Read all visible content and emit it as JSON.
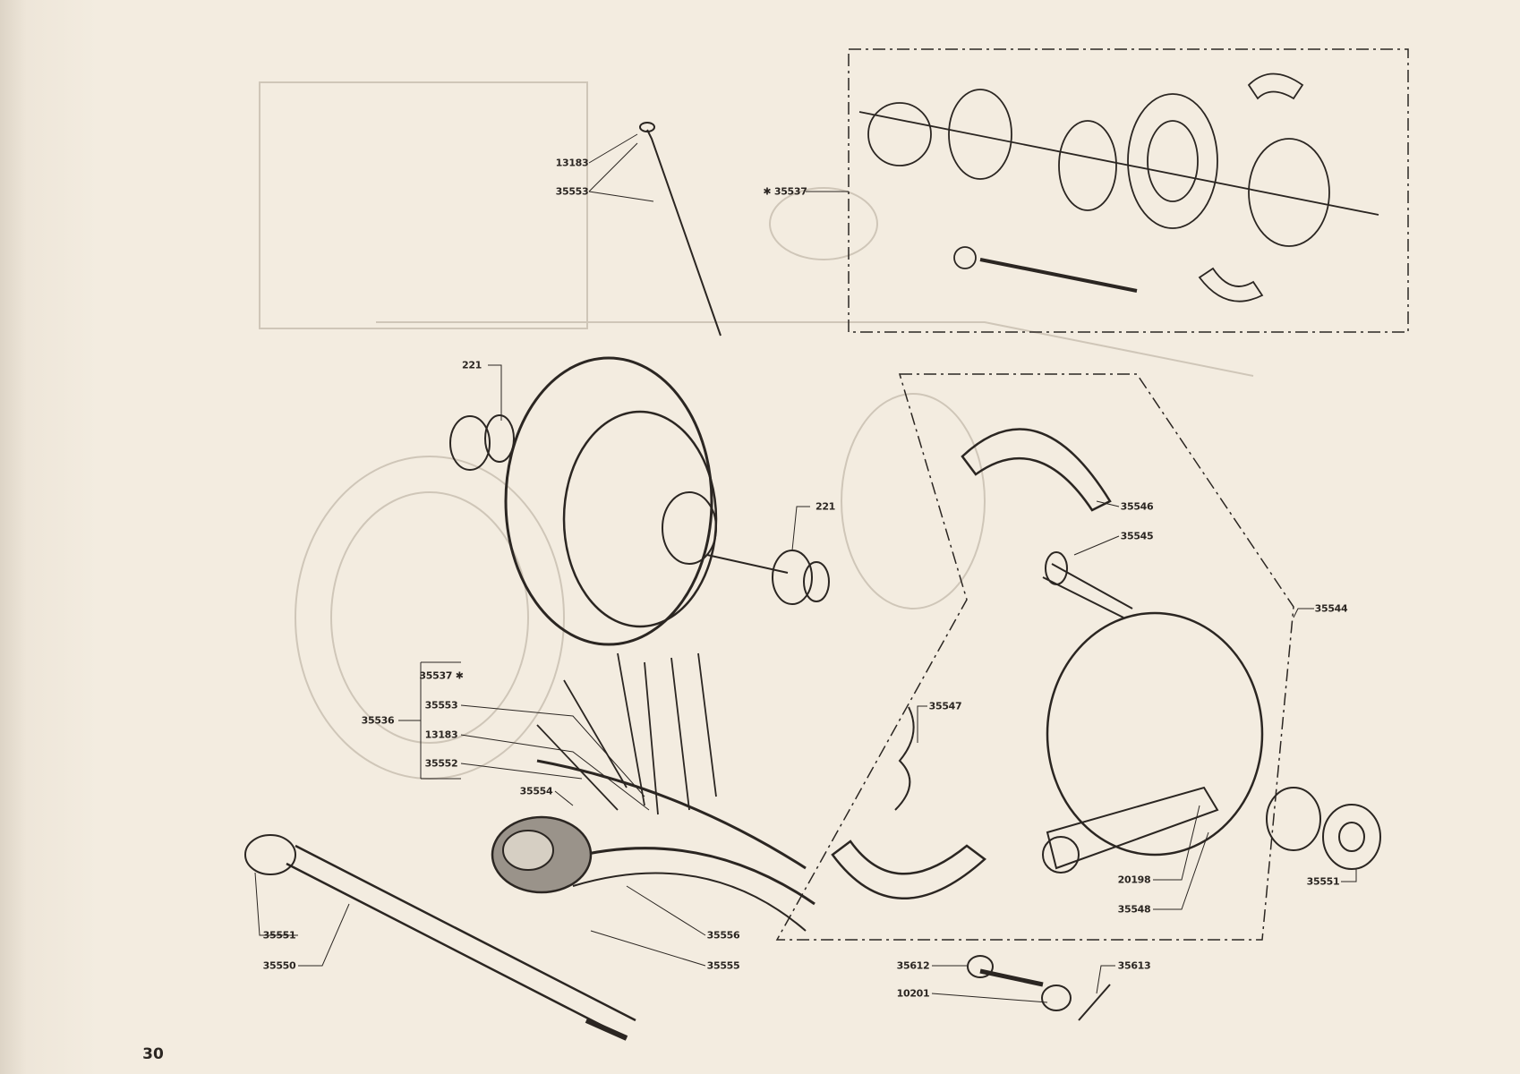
{
  "page_number": "30",
  "labels": {
    "spoke_nipple_top": "13183",
    "spoke_top": "35553",
    "hub_assembly_box": "✱ 35537",
    "bearing_left": "221",
    "bearing_right": "221",
    "brake_shoe_upper": "35546",
    "cam_spindle": "35545",
    "brake_plate": "35544",
    "shoe_spring": "35547",
    "kit_hub": "35537 ✱",
    "kit_spoke": "35553",
    "kit_nipple": "13183",
    "kit_rim": "35552",
    "wheel_assembly": "35536",
    "rim_tape": "35554",
    "tyre": "35556",
    "inner_tube": "35555",
    "spacer_left": "35551",
    "spindle": "35550",
    "lever_bolt": "20198",
    "brake_lever": "35548",
    "spacer_right": "35551",
    "anchor_bolt": "35612",
    "nut": "10201",
    "split_pin": "35613"
  }
}
